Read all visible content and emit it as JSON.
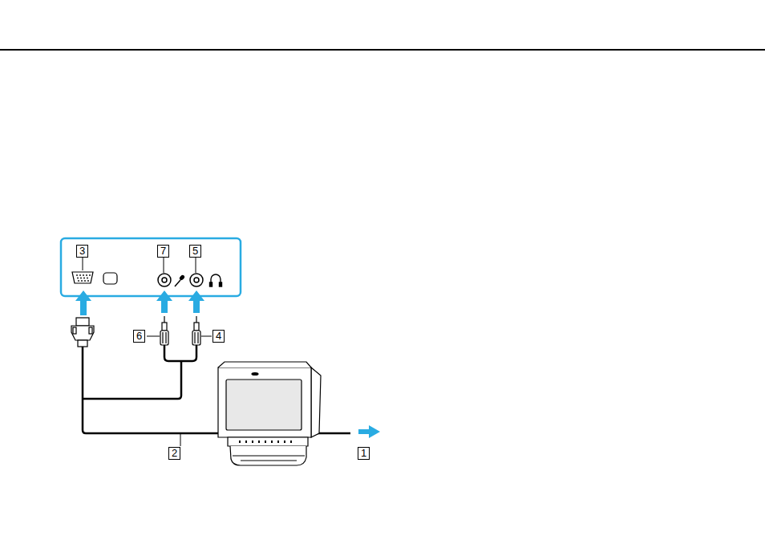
{
  "diagram": {
    "labels": [
      "3",
      "7",
      "5",
      "6",
      "4",
      "2",
      "1"
    ]
  }
}
